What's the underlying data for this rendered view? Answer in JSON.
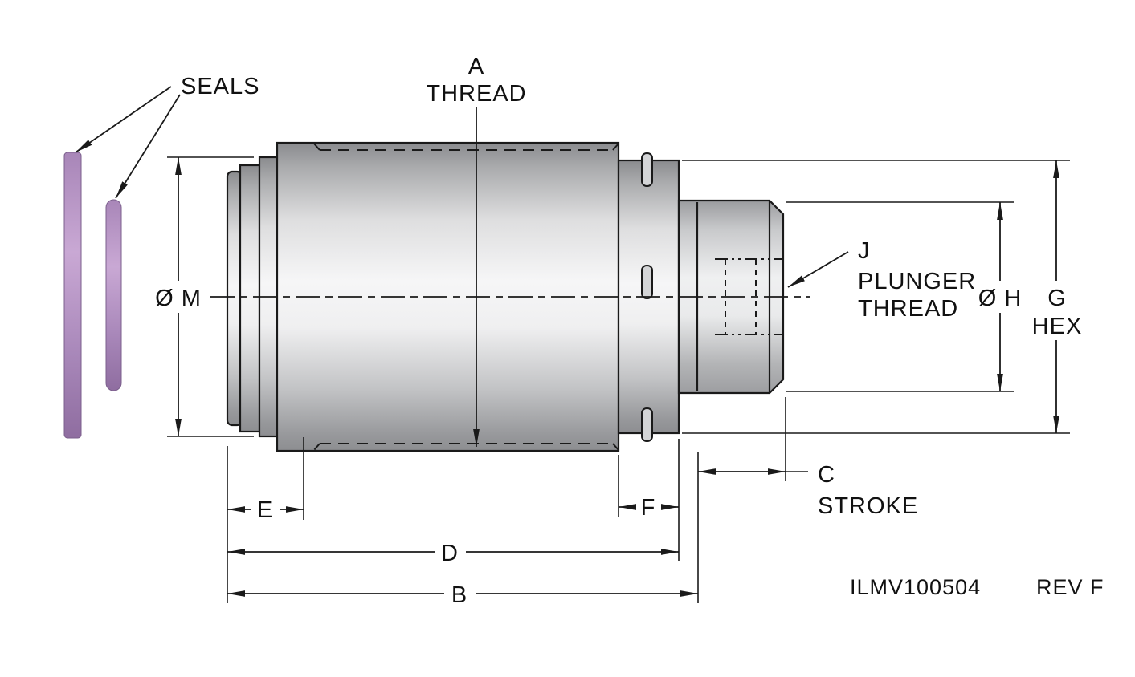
{
  "drawing": {
    "annotations": {
      "seals": {
        "label": "SEALS"
      },
      "a_thread": {
        "line1": "A",
        "line2": "THREAD"
      },
      "dia_m": {
        "label": "Ø M"
      },
      "dia_h": {
        "label": "Ø H"
      },
      "g_hex": {
        "line1": "G",
        "line2": "HEX"
      },
      "j_plunger_thread": {
        "line1": "J",
        "line2": "PLUNGER",
        "line3": "THREAD"
      },
      "c_stroke": {
        "line1": "C",
        "line2": "STROKE"
      },
      "e": {
        "label": "E"
      },
      "f": {
        "label": "F"
      },
      "d": {
        "label": "D"
      },
      "b": {
        "label": "B"
      }
    },
    "title_block": {
      "part_number": "ILMV100504",
      "revision": "REV F"
    },
    "colors": {
      "line_color": "#1a1a1a",
      "seal_light": "#c9a8d4",
      "seal_dark": "#8f6da0",
      "body_light": "#f6f6f7",
      "body_dark": "#898a8d",
      "background": "#ffffff"
    }
  }
}
